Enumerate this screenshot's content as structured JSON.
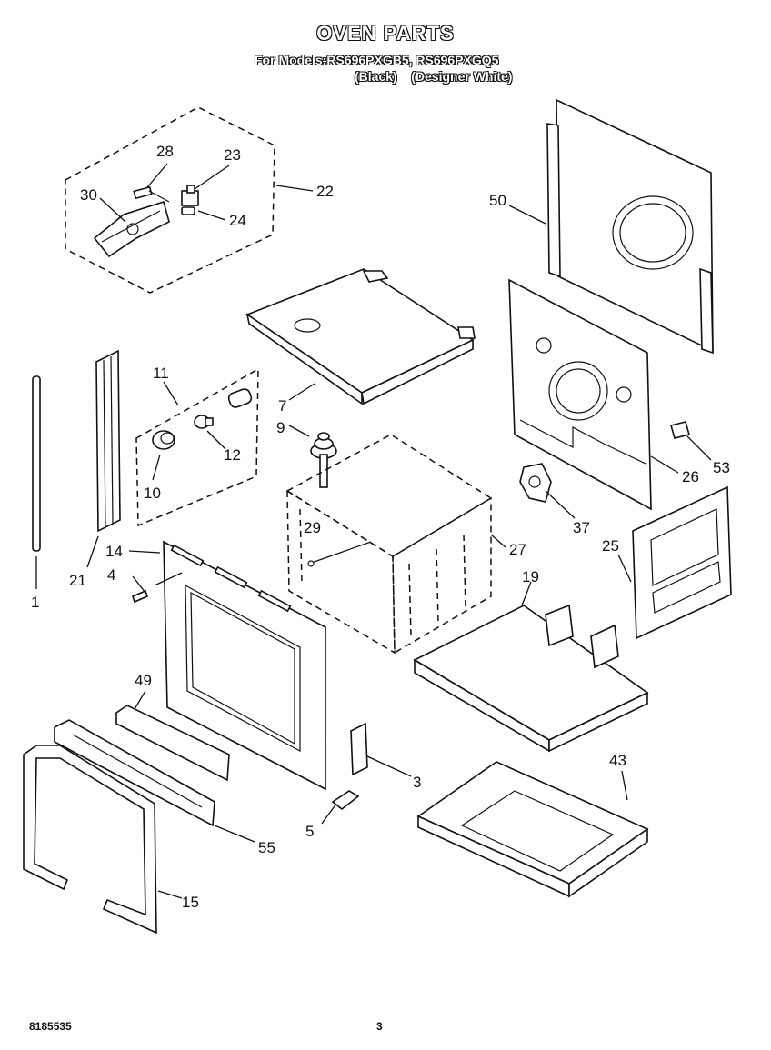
{
  "header": {
    "title": "OVEN PARTS",
    "models_line": "For Models:RS696PXGB5, RS696PXGQ5",
    "colors_line": "(Black)    (Designer White)"
  },
  "footer": {
    "doc_number": "8185535",
    "page_number": "3"
  },
  "callouts": [
    "28",
    "23",
    "30",
    "22",
    "24",
    "50",
    "7",
    "11",
    "9",
    "12",
    "10",
    "21",
    "1",
    "14",
    "4",
    "29",
    "27",
    "26",
    "53",
    "37",
    "25",
    "19",
    "49",
    "43",
    "3",
    "5",
    "55",
    "15"
  ]
}
